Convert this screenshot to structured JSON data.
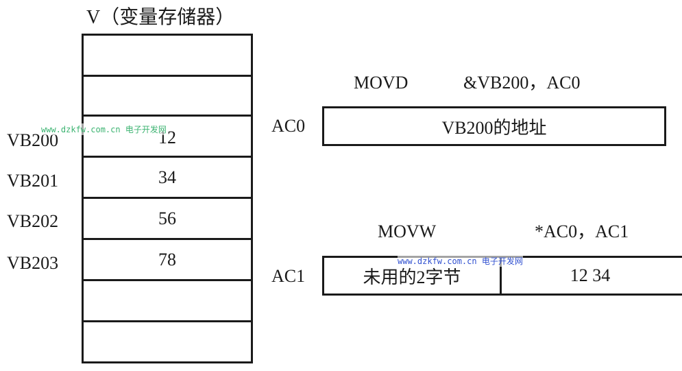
{
  "memory": {
    "title": "V（变量存储器）",
    "rows": [
      {
        "label": "",
        "value": ""
      },
      {
        "label": "",
        "value": ""
      },
      {
        "label": "VB200",
        "value": "12"
      },
      {
        "label": "VB201",
        "value": "34"
      },
      {
        "label": "VB202",
        "value": "56"
      },
      {
        "label": "VB203",
        "value": "78"
      },
      {
        "label": "",
        "value": ""
      },
      {
        "label": "",
        "value": ""
      }
    ]
  },
  "instr1": {
    "op": "MOVD",
    "args": "&VB200，AC0",
    "reg": "AC0",
    "content": "VB200的地址"
  },
  "instr2": {
    "op": "MOVW",
    "args": "*AC0，AC1",
    "reg": "AC1",
    "high": "未用的2字节",
    "low": "12 34"
  },
  "watermark": {
    "url": "www.dzkfw.com.cn",
    "name": "电子开发网"
  },
  "colors": {
    "watermark1": "#3cb371",
    "watermark2": "#3050d0"
  }
}
